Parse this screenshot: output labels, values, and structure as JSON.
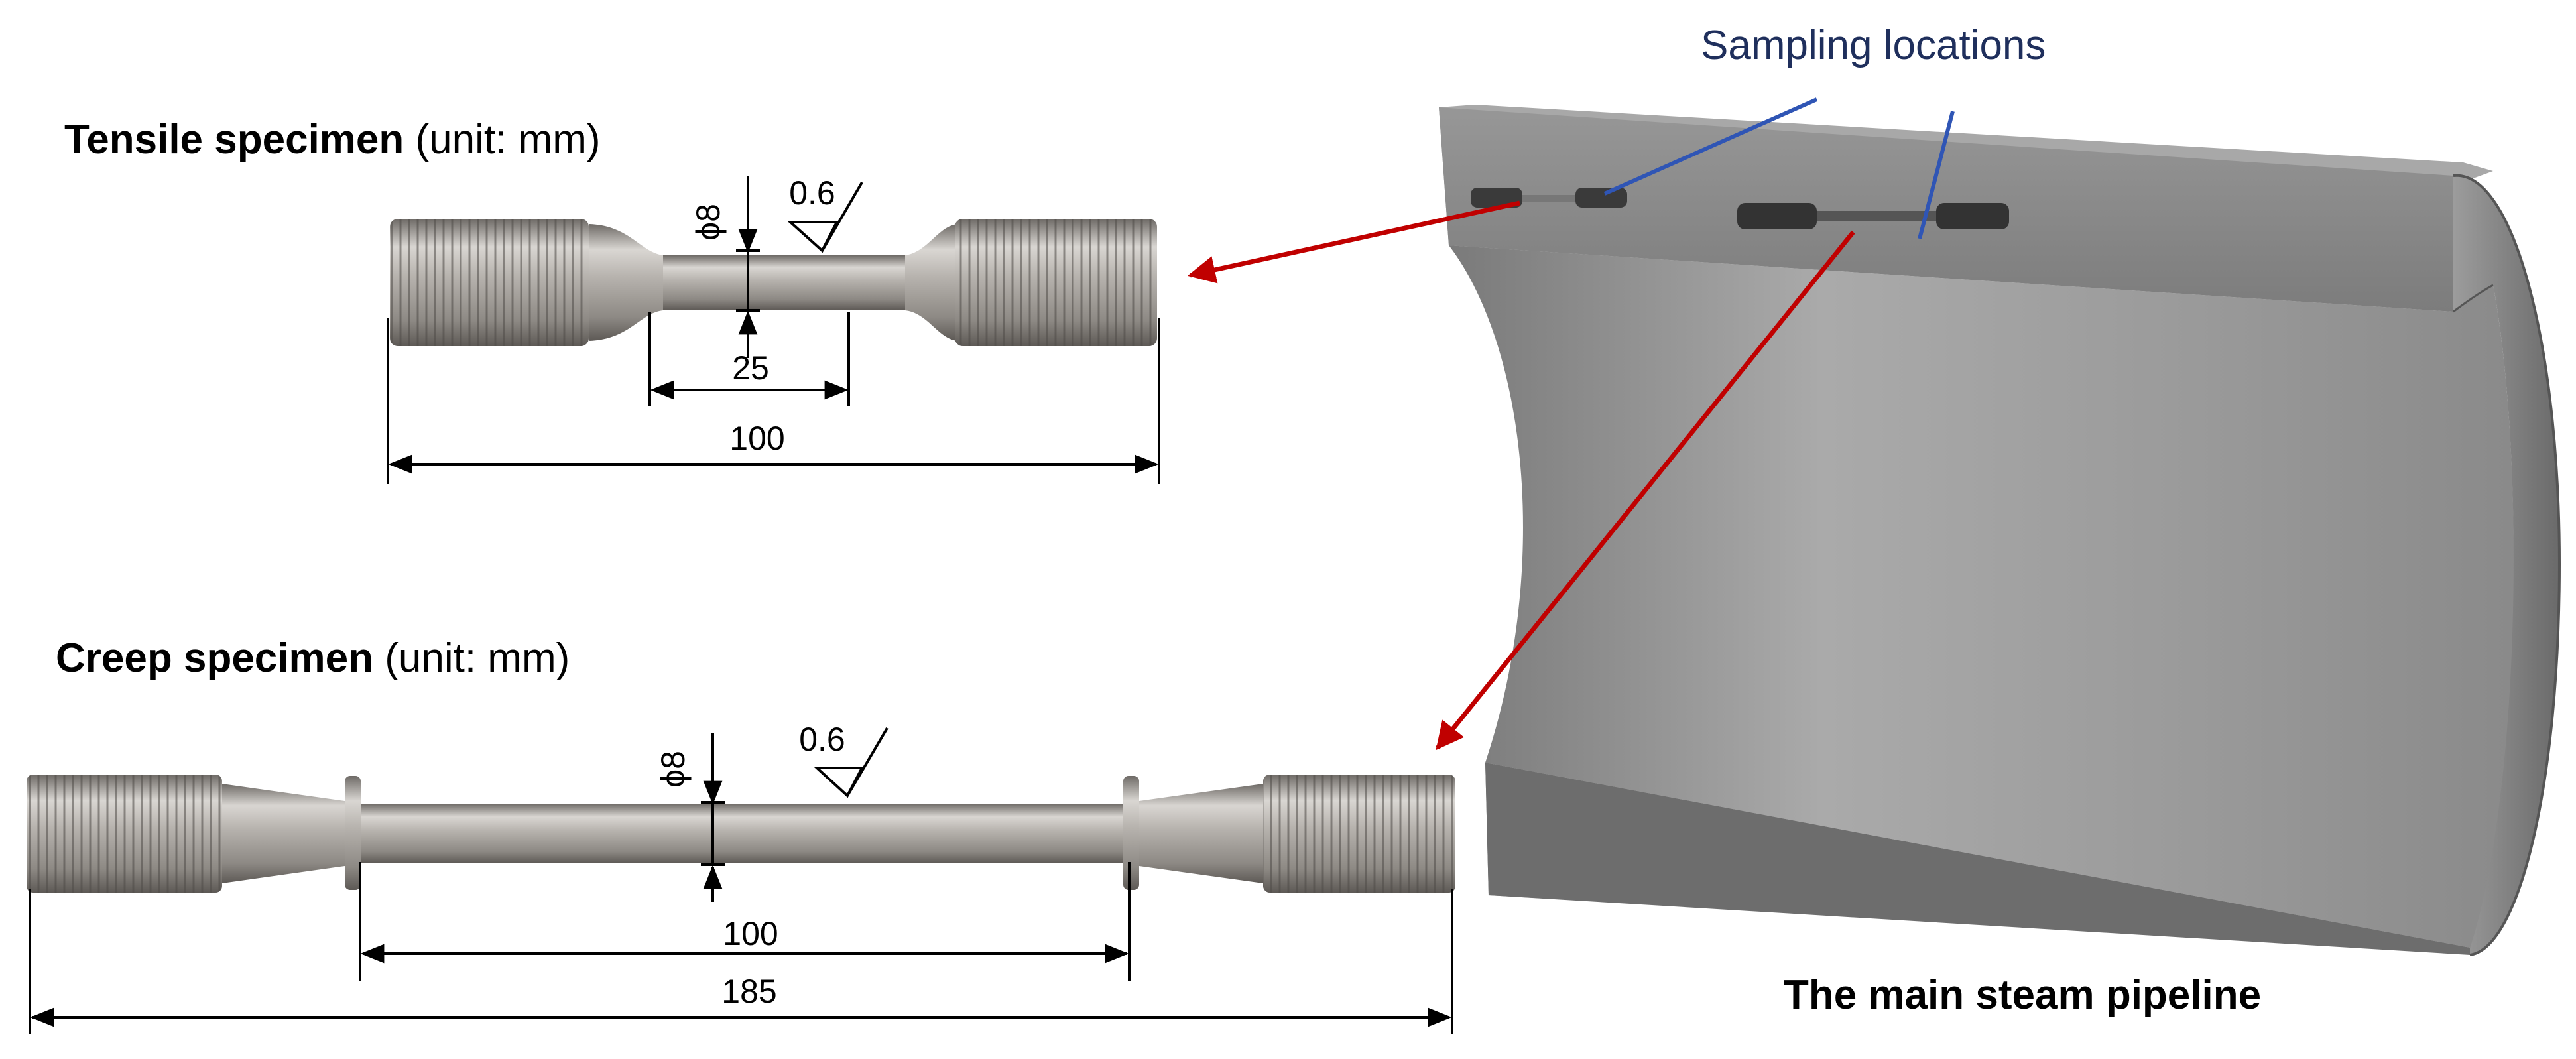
{
  "labels": {
    "tensile_title": "Tensile specimen",
    "tensile_unit": "(unit: mm)",
    "creep_title": "Creep specimen",
    "creep_unit": "(unit: mm)",
    "sampling": "Sampling locations",
    "pipeline": "The main steam pipeline"
  },
  "tensile": {
    "diameter": "ϕ8",
    "roughness": "0.6",
    "gauge_length": "25",
    "total_length": "100"
  },
  "creep": {
    "diameter": "ϕ8",
    "roughness": "0.6",
    "gauge_length": "100",
    "total_length": "185"
  },
  "colors": {
    "arrow_red": "#c00000",
    "leader_blue": "#2f55b5",
    "pipe_grey": "#8a8a8a"
  }
}
